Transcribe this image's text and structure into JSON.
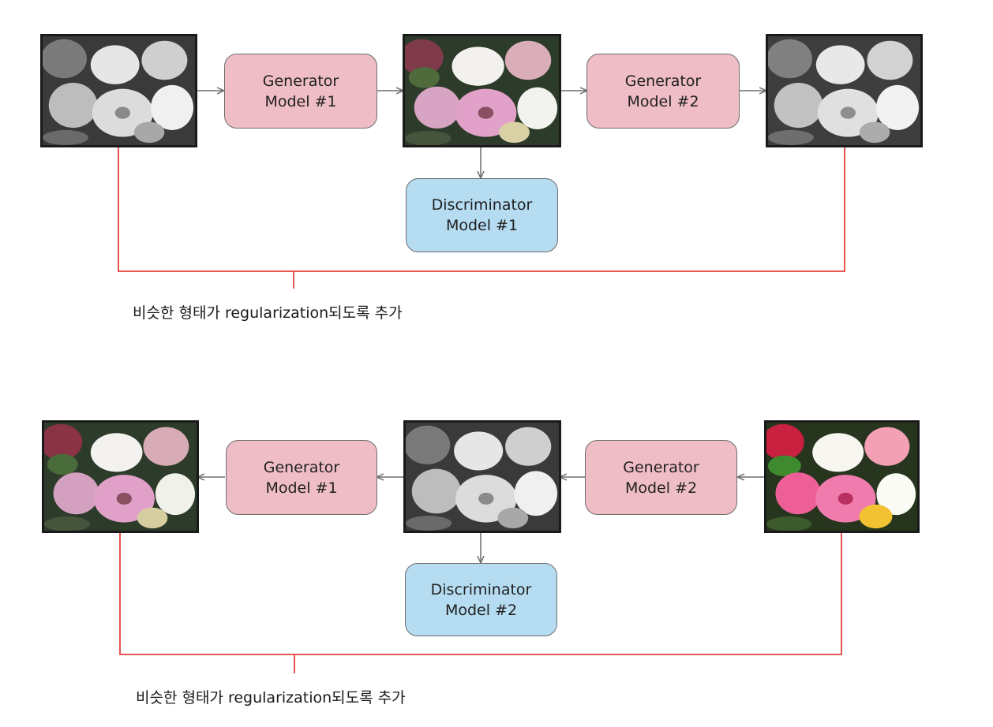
{
  "colors": {
    "generator_fill": "#efbdc5",
    "discriminator_fill": "#b5dcf1",
    "regularization_line": "#e0423c",
    "arrow": "#6d6d6d"
  },
  "top_row": {
    "generator_1": {
      "line1": "Generator",
      "line2": "Model #1"
    },
    "generator_2": {
      "line1": "Generator",
      "line2": "Model #2"
    },
    "discriminator": {
      "line1": "Discriminator",
      "line2": "Model #1"
    },
    "caption": "비슷한 형태가 regularization되도록 추가",
    "images": [
      "grayscale",
      "color",
      "grayscale"
    ]
  },
  "bottom_row": {
    "generator_1": {
      "line1": "Generator",
      "line2": "Model #1"
    },
    "generator_2": {
      "line1": "Generator",
      "line2": "Model #2"
    },
    "discriminator": {
      "line1": "Discriminator",
      "line2": "Model #2"
    },
    "caption": "비슷한 형태가 regularization되도록 추가",
    "images": [
      "color",
      "grayscale",
      "color-vivid"
    ]
  }
}
